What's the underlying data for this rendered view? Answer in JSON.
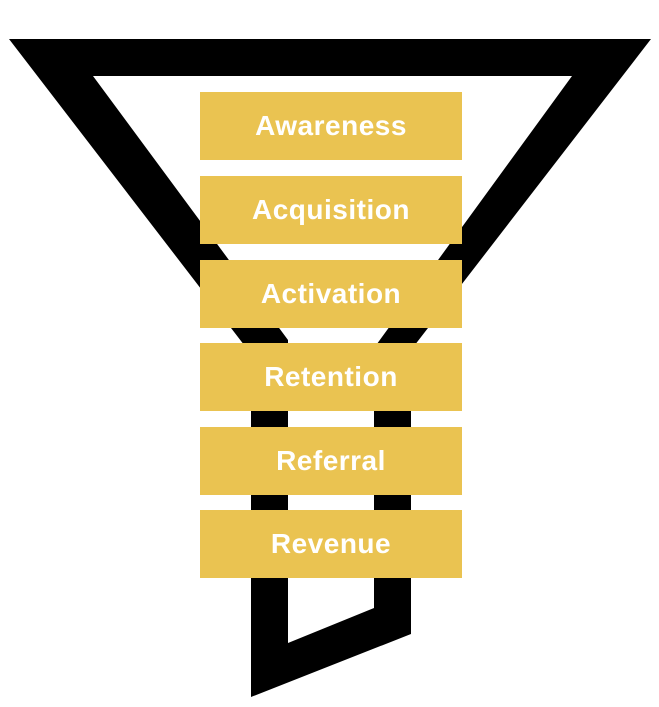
{
  "diagram": {
    "type": "funnel",
    "stages": [
      {
        "label": "Awareness"
      },
      {
        "label": "Acquisition"
      },
      {
        "label": "Activation"
      },
      {
        "label": "Retention"
      },
      {
        "label": "Referral"
      },
      {
        "label": "Revenue"
      }
    ],
    "colors": {
      "stage_fill": "#EAC351",
      "stage_text": "#FFFFFF",
      "funnel_outline": "#000000",
      "background": "#FFFFFF"
    }
  }
}
